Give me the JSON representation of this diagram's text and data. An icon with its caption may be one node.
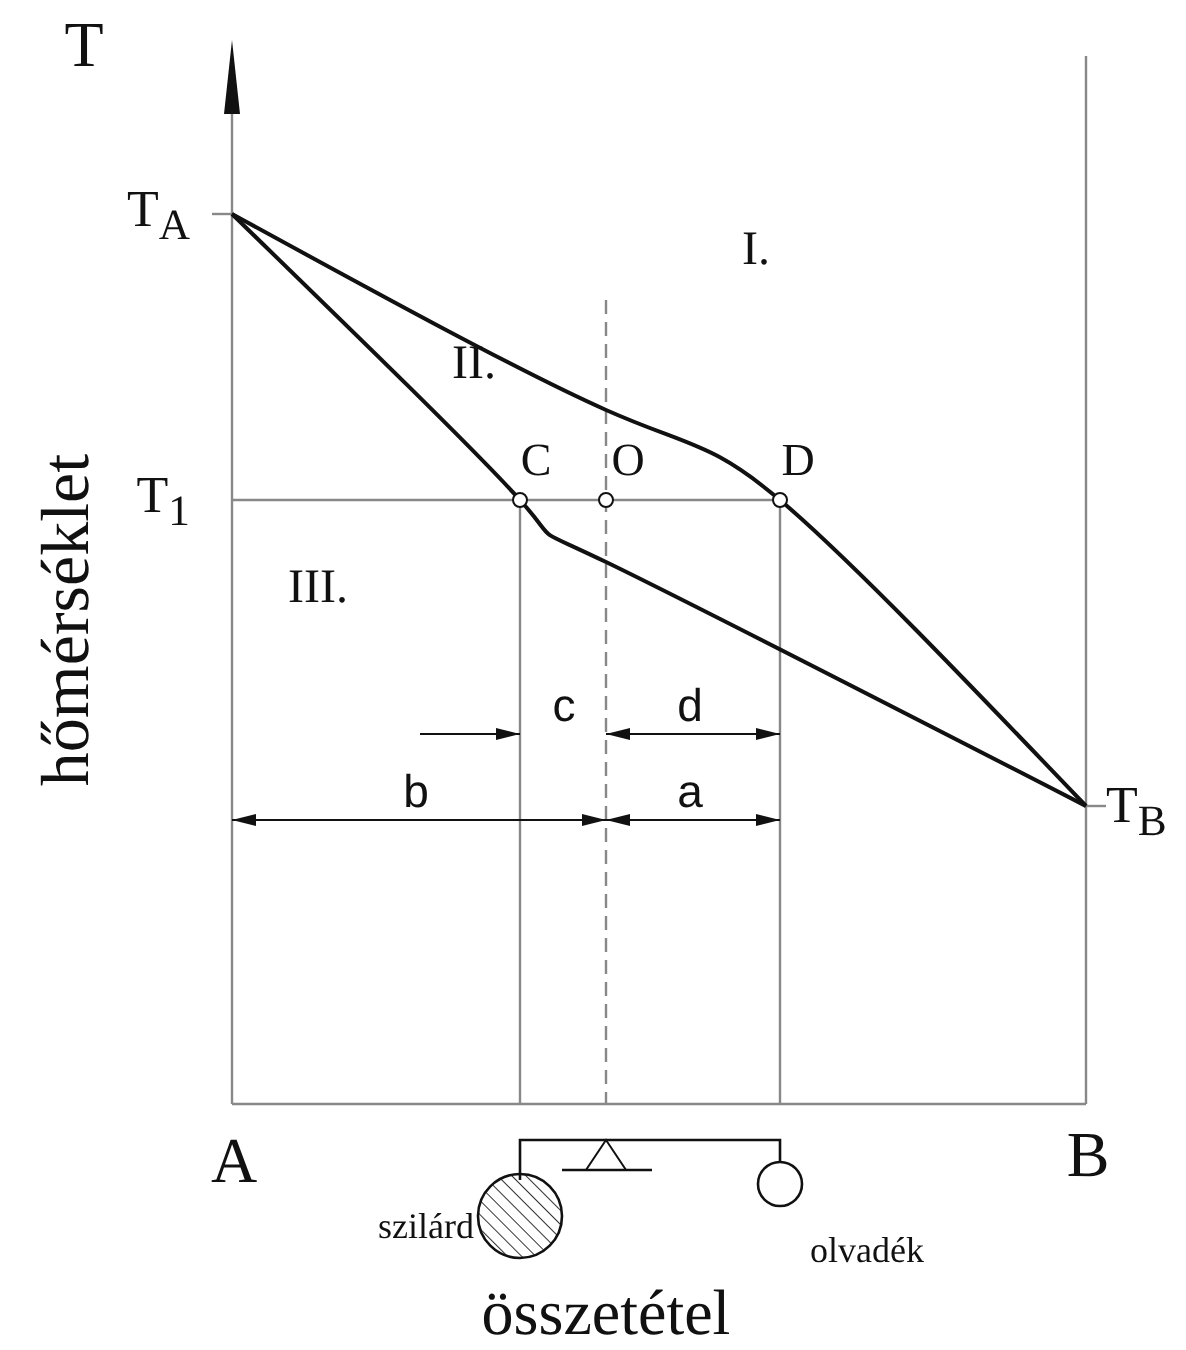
{
  "diagram": {
    "labels": [
      "T",
      "T$_{A}$",
      "I.",
      "II.",
      "T$_{1}$",
      "C",
      "O",
      "D",
      "III.",
      "c",
      "d",
      "b",
      "a",
      "T$_{B}$",
      "hőmérséklet",
      "A",
      "B",
      "szilárd",
      "olvadék",
      "összetétel"
    ]
  }
}
